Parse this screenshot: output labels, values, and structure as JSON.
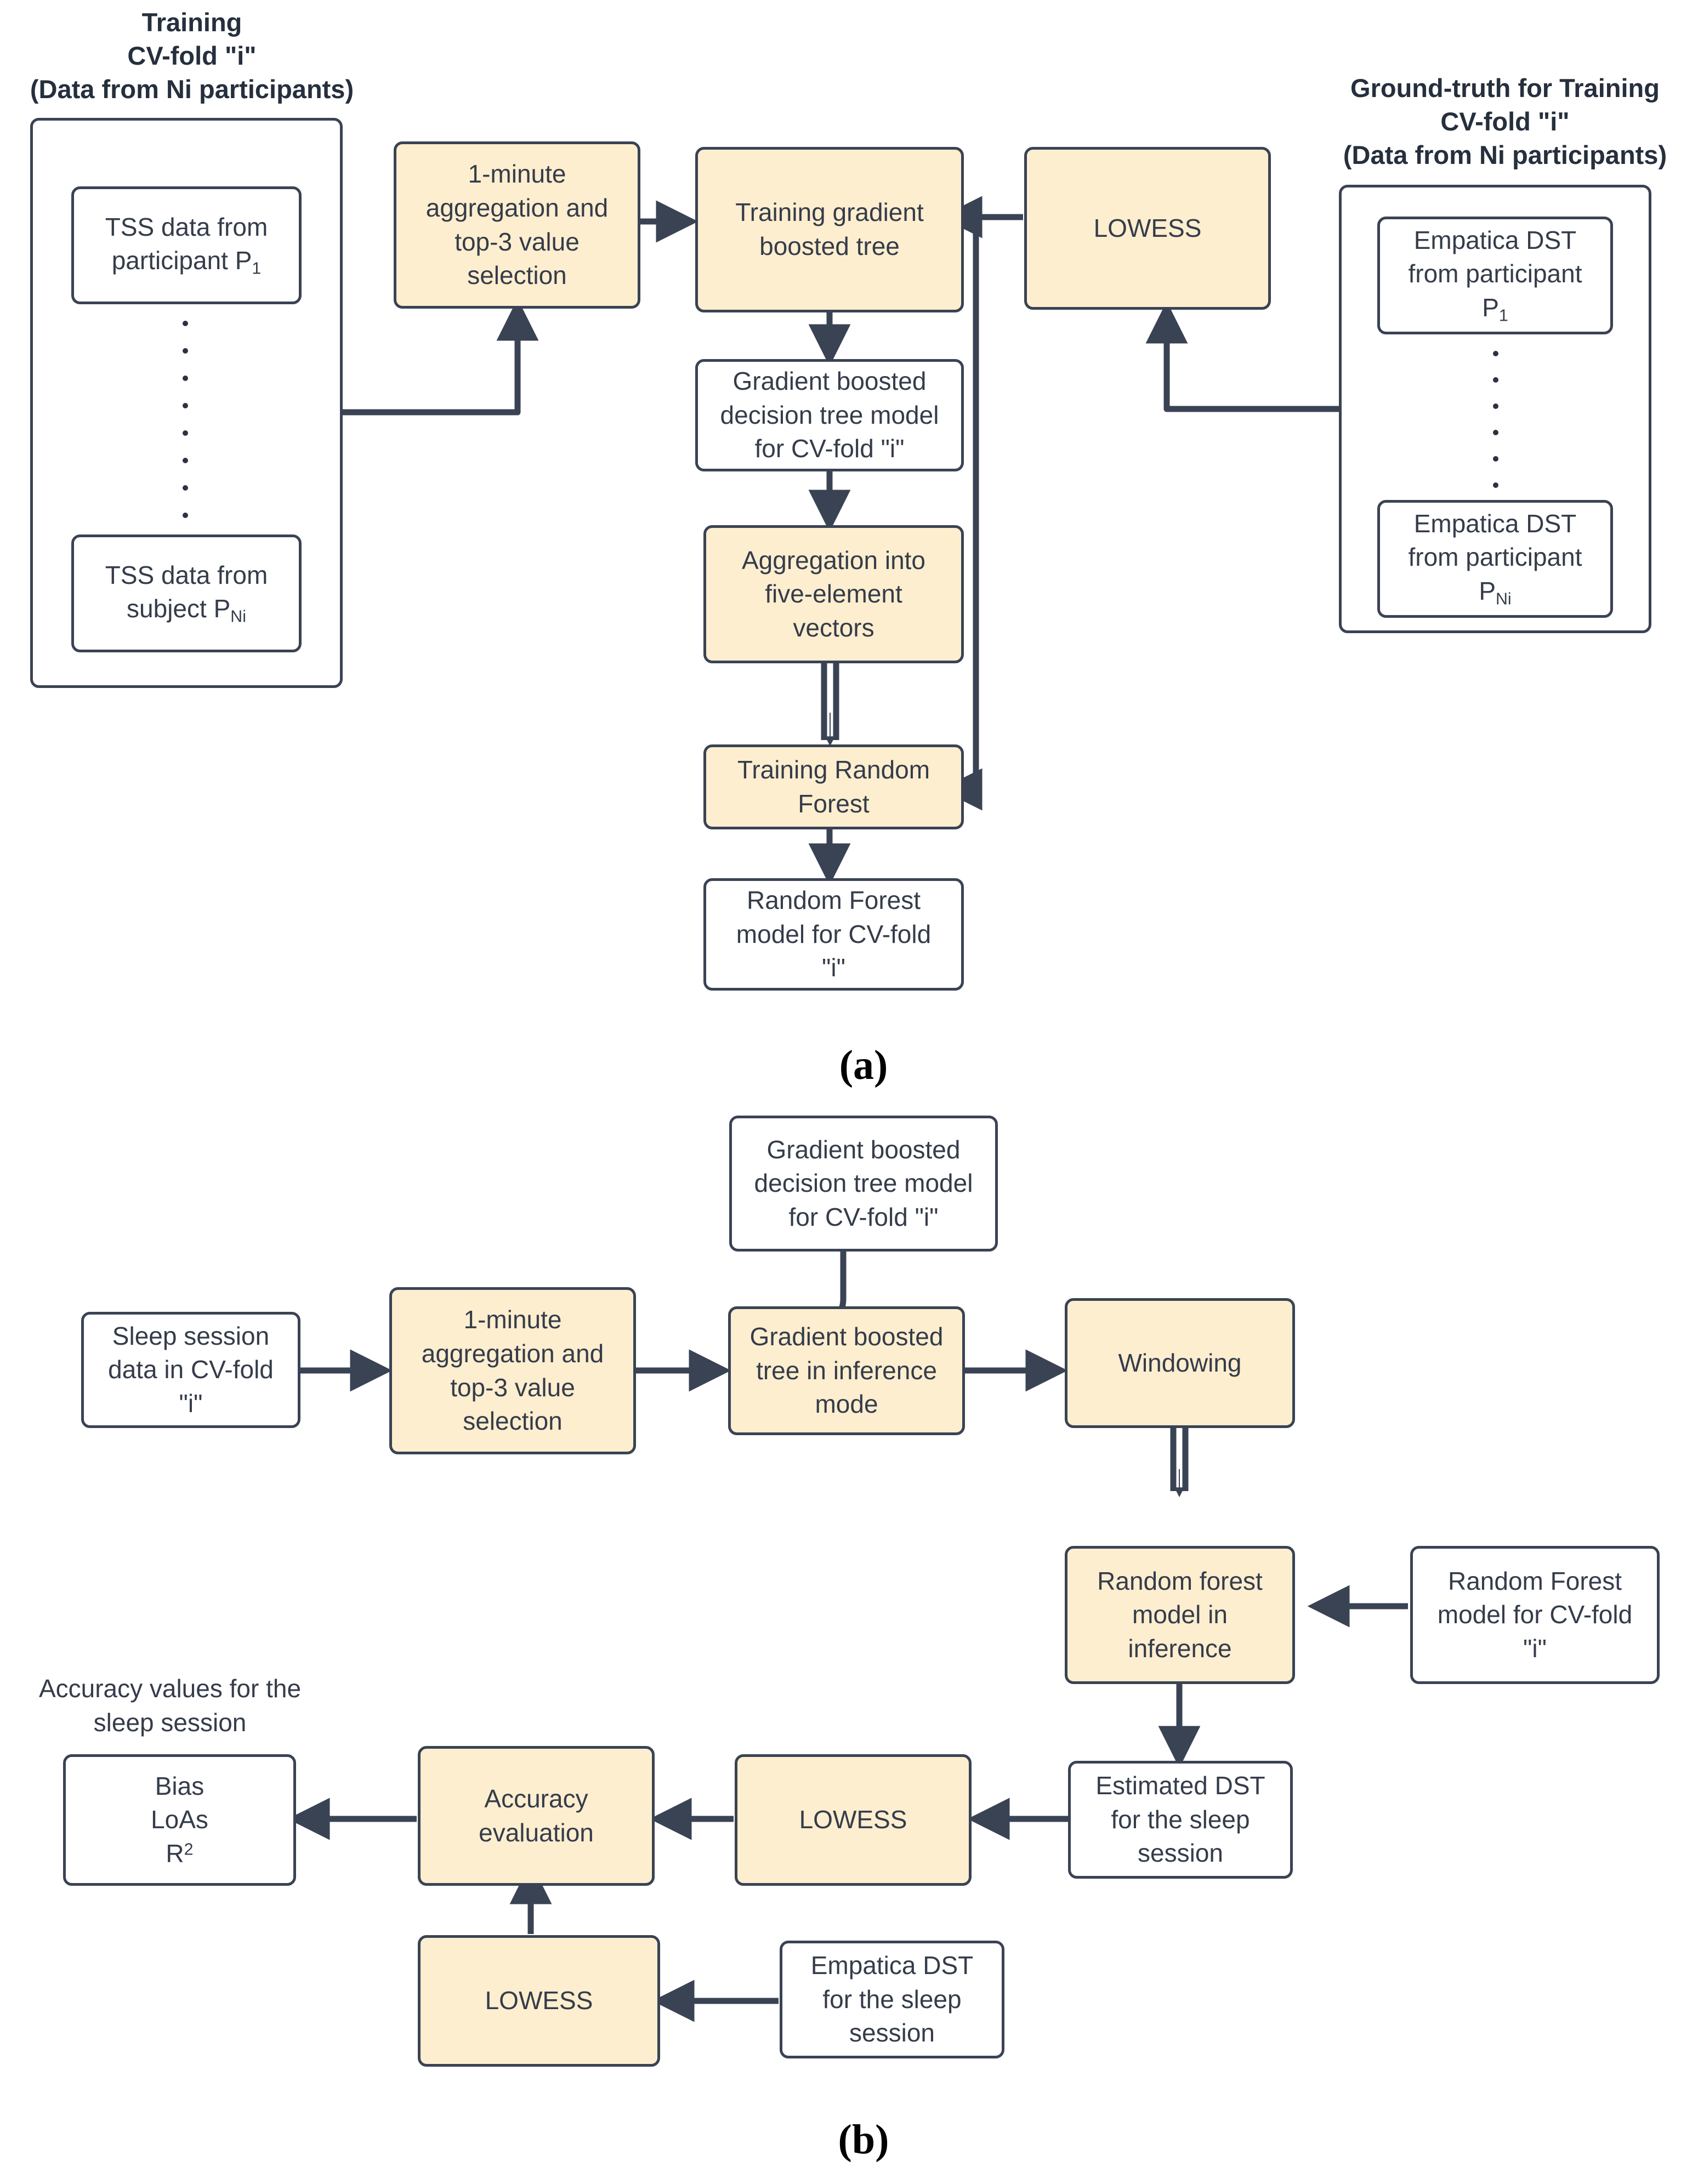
{
  "figure": {
    "panel_a_letter": "(a)",
    "panel_b_letter": "(b)"
  },
  "colors": {
    "accent_fill": "#fdeecf",
    "stroke": "#3a4354",
    "plain_fill": "#ffffff",
    "text": "#353c4a",
    "background": "#ffffff"
  },
  "panel_a": {
    "group_left_title": "Training\nCV-fold \"i\"\n(Data from Ni participants)",
    "group_left_title_lines": [
      "Training",
      "CV-fold \"i\"",
      "(Data from Ni participants)"
    ],
    "group_right_title_lines": [
      "Ground-truth for Training",
      "CV-fold \"i\"",
      "(Data from Ni participants)"
    ],
    "nodes": {
      "tss_p1": "TSS data from participant P₁",
      "tss_pni": "TSS data from subject P_Ni",
      "aggregation": "1-minute aggregation and top-3 value selection",
      "train_gbt": "Training gradient boosted tree",
      "gbdt_model": "Gradient boosted decision tree model for CV-fold \"i\"",
      "agg_vectors": "Aggregation into five-element vectors",
      "train_rf": "Training Random Forest",
      "rf_model": "Random Forest model for CV-fold \"i\"",
      "lowess": "LOWESS",
      "empatica_p1": "Empatica DST from participant P₁",
      "empatica_pni": "Empatica DST from participant P_Ni"
    }
  },
  "panel_b": {
    "nodes": {
      "gbdt_model": "Gradient boosted decision tree model for CV-fold \"i\"",
      "sleep_session": "Sleep session data in CV-fold \"i\"",
      "aggregation": "1-minute aggregation and top-3 value selection",
      "gbt_inference": "Gradient boosted tree in inference mode",
      "windowing": "Windowing",
      "rf_inference": "Random forest model in inference",
      "rf_model": "Random Forest model for CV-fold \"i\"",
      "estimated_dst": "Estimated DST for the sleep session",
      "lowess_estimated": "LOWESS",
      "accuracy_eval": "Accuracy evaluation",
      "accuracy_results": "Bias LoAs R²",
      "lowess_empatica": "LOWESS",
      "empatica_dst": "Empatica DST for the sleep session"
    },
    "annotation_lines": [
      "Accuracy values for the",
      "sleep session"
    ]
  }
}
